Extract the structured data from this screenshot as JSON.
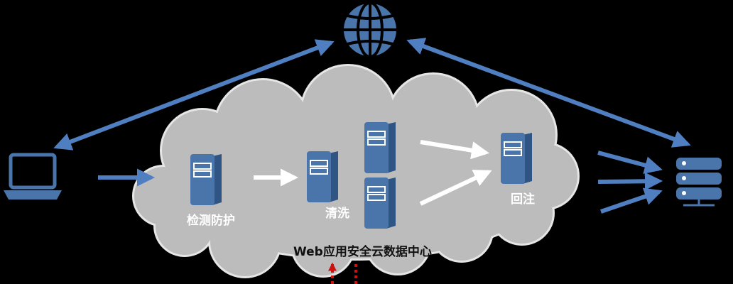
{
  "labels": {
    "detect": "检测防护",
    "clean": "清洗",
    "reinject": "回注",
    "center": "Web应用安全云数据中心"
  },
  "icons": {
    "globe": "globe-icon",
    "laptop": "laptop-icon",
    "server_rack": "server-rack-icon",
    "server": "server-icon"
  },
  "colors": {
    "background": "#000000",
    "cloud": "#bcbcbc",
    "cloud_outline": "#e6e6e6",
    "blue": "#4a75ab",
    "arrow_blue": "#4f7fc0",
    "arrow_white": "#ffffff",
    "dashed_red": "#cc1111"
  }
}
